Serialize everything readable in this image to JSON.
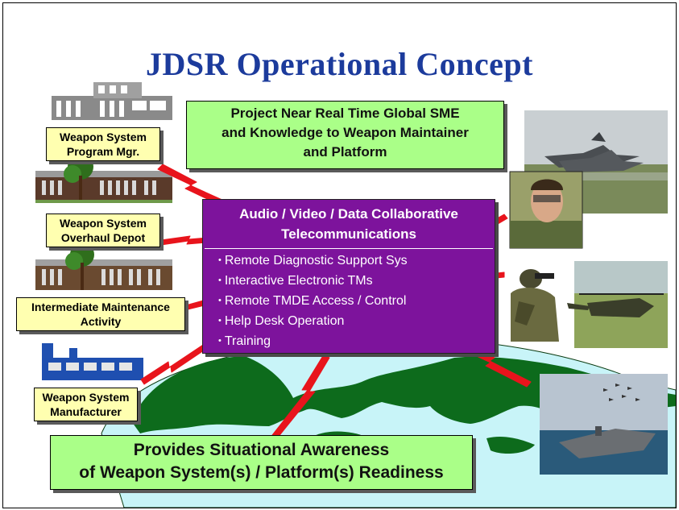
{
  "title": "JDSR Operational Concept",
  "top_box": {
    "line1": "Project Near Real Time Global SME",
    "line2": "and Knowledge to Weapon Maintainer",
    "line3": "and Platform"
  },
  "center_box": {
    "title_line1": "Audio / Video / Data Collaborative",
    "title_line2": "Telecommunications",
    "items": [
      "Remote Diagnostic Support  Sys",
      "Interactive Electronic TMs",
      "Remote TMDE Access / Control",
      "Help Desk Operation",
      "Training"
    ]
  },
  "bottom_box": {
    "line1": "Provides Situational Awareness",
    "line2": "of Weapon System(s) / Platform(s) Readiness"
  },
  "nodes": [
    {
      "line1": "Weapon System",
      "line2": "Program Mgr."
    },
    {
      "line1": "Weapon System",
      "line2": "Overhaul Depot"
    },
    {
      "line1": "Intermediate Maintenance",
      "line2": "Activity"
    },
    {
      "line1": "Weapon System",
      "line2": "Manufacturer"
    }
  ],
  "colors": {
    "title": "#1c3b9c",
    "purple_box": "#7d139c",
    "green_box": "#aaff88",
    "yellow_box": "#ffffb0",
    "lightning": "#e8141c",
    "globe_water": "#c8f4f8",
    "globe_land": "#0d6b1c"
  },
  "icons": [
    "office-building-icon",
    "depot-building-icon",
    "maintenance-building-icon",
    "factory-icon",
    "jet-aircraft-photo",
    "soldier-portrait-photo",
    "soldier-headset-photo",
    "helicopter-photo",
    "aircraft-carrier-photo",
    "globe-icon"
  ]
}
